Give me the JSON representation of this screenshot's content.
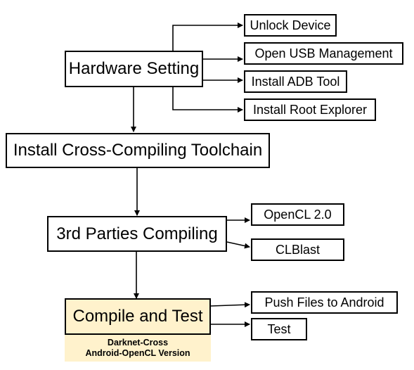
{
  "diagram": {
    "main_steps": {
      "hardware_setting": "Hardware Setting",
      "install_toolchain": "Install Cross-Compiling Toolchain",
      "third_parties": "3rd Parties Compiling",
      "compile_test": "Compile and Test"
    },
    "hardware_substeps": [
      "Unlock Device",
      "Open USB Management",
      "Install ADB Tool",
      "Install Root Explorer"
    ],
    "third_party_substeps": [
      "OpenCL 2.0",
      "CLBlast"
    ],
    "compile_substeps": [
      "Push Files to Android",
      "Test"
    ],
    "compile_caption": {
      "line1": "Darknet-Cross",
      "line2": "Android-OpenCL Version"
    },
    "colors": {
      "line": "#000000",
      "highlight": "#fff2cc",
      "box_fill": "#ffffff"
    }
  }
}
